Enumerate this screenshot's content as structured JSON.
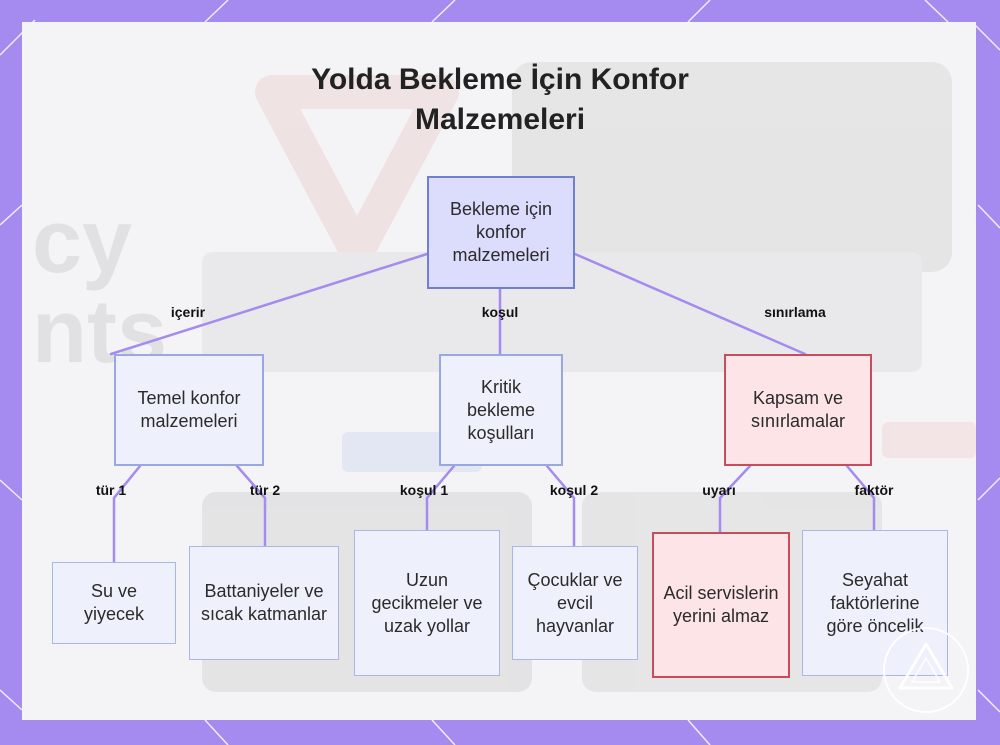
{
  "title": "Yolda Bekleme İçin Konfor Malzemeleri",
  "colors": {
    "frame": "#a58af0",
    "panel": "#f4f4f6",
    "connector": "#a58af0",
    "root_fill": "#dcdcfd",
    "root_border": "#6e80cf",
    "node_fill": "#eef1fb",
    "node_border": "#98a8e2",
    "warn_fill": "#fde4e7",
    "warn_border": "#c84d5c"
  },
  "nodes": {
    "root": "Bekleme için konfor malzemeleri",
    "temel": "Temel konfor malzemeleri",
    "kritik": "Kritik bekleme koşulları",
    "kapsam": "Kapsam ve sınırlamalar",
    "su": "Su ve yiyecek",
    "battaniye": "Battaniyeler ve sıcak katmanlar",
    "uzun": "Uzun gecikmeler ve uzak yollar",
    "cocuk": "Çocuklar ve evcil hayvanlar",
    "acil": "Acil servislerin yerini almaz",
    "seyahat": "Seyahat faktörlerine göre öncelik"
  },
  "edge_labels": {
    "icerir": "içerir",
    "kosul": "koşul",
    "sinirlama": "sınırlama",
    "tur1": "tür 1",
    "tur2": "tür 2",
    "kosul1": "koşul 1",
    "kosul2": "koşul 2",
    "uyari": "uyarı",
    "faktor": "faktör"
  },
  "icons": {
    "watermark": "warning-triangle-icon"
  }
}
